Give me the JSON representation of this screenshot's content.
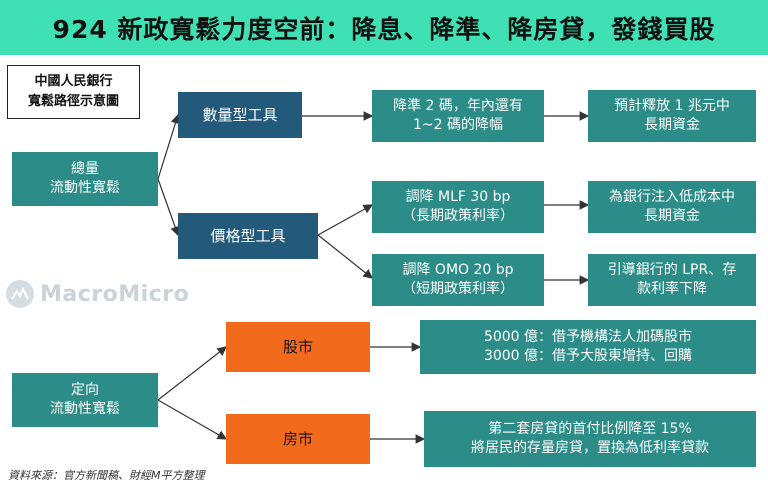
{
  "header": {
    "title": "924 新政寬鬆力度空前：降息、降準、降房貸，發錢買股"
  },
  "legend": {
    "line1": "中國人民銀行",
    "line2": "寬鬆路徑示意圖"
  },
  "nodes": {
    "total_liquidity": [
      "總量",
      "流動性寬鬆"
    ],
    "quantity_tool": "數量型工具",
    "price_tool": "價格型工具",
    "rrr_cut": [
      "降準 2 碼，年內還有",
      "1~2 碼的降幅"
    ],
    "rrr_result": [
      "預計釋放 1 兆元中",
      "長期資金"
    ],
    "mlf_cut": [
      "調降 MLF 30 bp",
      "（長期政策利率）"
    ],
    "mlf_result": [
      "為銀行注入低成本中",
      "長期資金"
    ],
    "omo_cut": [
      "調降 OMO 20 bp",
      "（短期政策利率）"
    ],
    "omo_result": [
      "引導銀行的 LPR、存",
      "款利率下降"
    ],
    "targeted_liquidity": [
      "定向",
      "流動性寬鬆"
    ],
    "stock_market": "股市",
    "stock_detail": [
      "5000 億：借予機構法人加碼股市",
      "3000 億：借予大股東增持、回購"
    ],
    "housing_market": "房市",
    "housing_detail": [
      "第二套房貸的首付比例降至 15%",
      "將居民的存量房貸，置換為低利率貸款"
    ]
  },
  "watermark": {
    "text": "MacroMicro"
  },
  "source": {
    "text": "資料來源：官方新聞稿、財經M平方整理"
  },
  "colors": {
    "header": "#3fe0b4",
    "teal": "#2b8c88",
    "navy": "#23597a",
    "orange": "#f26b1d"
  }
}
